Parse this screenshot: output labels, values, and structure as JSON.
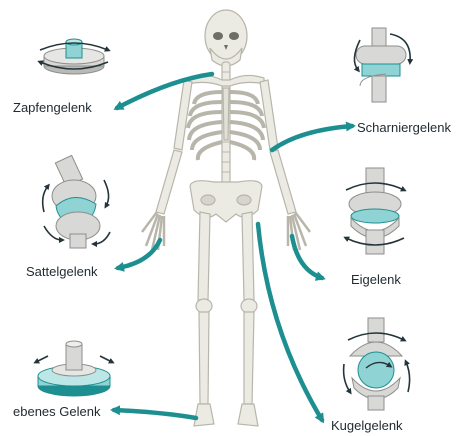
{
  "diagram": {
    "subject": "skeleton",
    "colors": {
      "bone": "#ecebe3",
      "bone_stroke": "#b8b6ab",
      "joint_gray": "#d8d8d6",
      "joint_stroke": "#8e8e8c",
      "accent": "#1e8f90",
      "accent_light": "#8fd3d4",
      "text": "#1f2a30",
      "arrow": "#24343b"
    },
    "labels": {
      "pivot": "Zapfengelenk",
      "hinge": "Scharniergelenk",
      "saddle": "Sattelgelenk",
      "ellipsoid": "Eigelenk",
      "plane": "ebenes Gelenk",
      "ball": "Kugelgelenk"
    }
  }
}
